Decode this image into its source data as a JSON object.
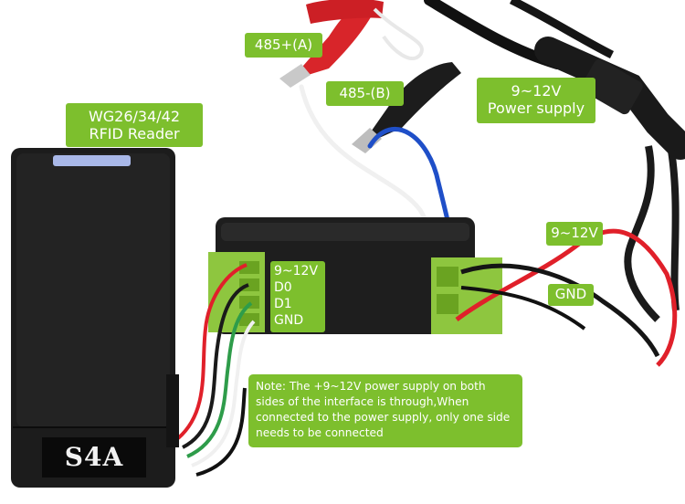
{
  "labels": {
    "rs485_a": "485+(A)",
    "rs485_b": "485-(B)",
    "power_supply": [
      "9~12V",
      "Power supply"
    ],
    "rfid_reader": [
      "WG26/34/42",
      "RFID Reader"
    ],
    "right_terminal": {
      "plus": "9~12V",
      "gnd": "GND"
    },
    "left_terminal_pins": [
      "9~12V",
      "D0",
      "D1",
      "GND"
    ]
  },
  "note": "Note: The +9~12V power supply on both sides of the interface is through,When connected to the power supply, only one side needs to be connected",
  "reader_brand": "S4A",
  "colors": {
    "label_green": "#7dbf2d",
    "terminal_green": "#8ec63f",
    "device_black": "#1c1c1c",
    "wire_red": "#e0202a",
    "wire_blue": "#1f4fc8",
    "wire_white": "#f4f4f4"
  }
}
